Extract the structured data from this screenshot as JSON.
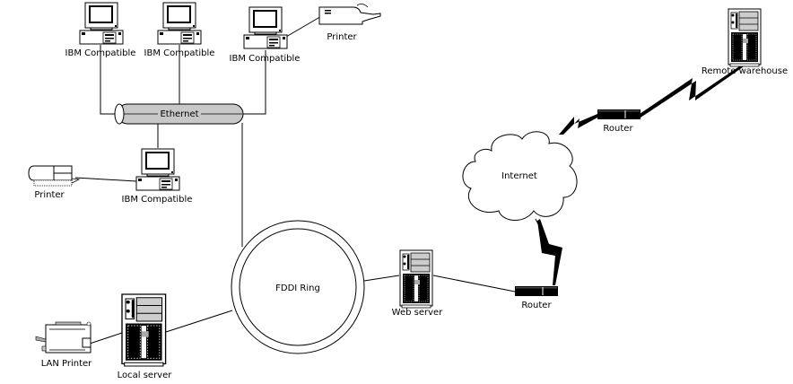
{
  "diagram": {
    "title": "",
    "nodes": {
      "pc1": {
        "label": "IBM Compatible",
        "type": "desktop-computer"
      },
      "pc2": {
        "label": "IBM Compatible",
        "type": "desktop-computer"
      },
      "pc3": {
        "label": "IBM Compatible",
        "type": "desktop-computer"
      },
      "pc4": {
        "label": "IBM Compatible",
        "type": "desktop-computer"
      },
      "printer_top": {
        "label": "Printer",
        "type": "printer"
      },
      "printer_left": {
        "label": "Printer",
        "type": "printer"
      },
      "lan_printer": {
        "label": "LAN Printer",
        "type": "lan-printer"
      },
      "local_server": {
        "label": "Local server",
        "type": "tower-server"
      },
      "web_server": {
        "label": "Web server",
        "type": "tower-server"
      },
      "remote_warehouse": {
        "label": "Remote warehouse",
        "type": "tower-server"
      },
      "router_bottom": {
        "label": "Router",
        "type": "router"
      },
      "router_top": {
        "label": "Router",
        "type": "router"
      },
      "ethernet": {
        "label": "Ethernet",
        "type": "ethernet-bus"
      },
      "fddi": {
        "label": "FDDI Ring",
        "type": "fddi-ring"
      },
      "internet": {
        "label": "Internet",
        "type": "cloud"
      }
    },
    "edges": [
      {
        "from": "pc1",
        "to": "ethernet",
        "kind": "wire"
      },
      {
        "from": "pc2",
        "to": "ethernet",
        "kind": "wire"
      },
      {
        "from": "pc3",
        "to": "ethernet",
        "kind": "wire"
      },
      {
        "from": "pc3",
        "to": "printer_top",
        "kind": "wire"
      },
      {
        "from": "pc4",
        "to": "ethernet",
        "kind": "wire"
      },
      {
        "from": "pc4",
        "to": "printer_left",
        "kind": "wire"
      },
      {
        "from": "ethernet",
        "to": "fddi",
        "kind": "wire"
      },
      {
        "from": "fddi",
        "to": "local_server",
        "kind": "wire"
      },
      {
        "from": "local_server",
        "to": "lan_printer",
        "kind": "wire"
      },
      {
        "from": "fddi",
        "to": "web_server",
        "kind": "wire"
      },
      {
        "from": "web_server",
        "to": "router_bottom",
        "kind": "wire"
      },
      {
        "from": "router_bottom",
        "to": "internet",
        "kind": "wan-link"
      },
      {
        "from": "internet",
        "to": "router_top",
        "kind": "wan-link"
      },
      {
        "from": "router_top",
        "to": "remote_warehouse",
        "kind": "wan-link"
      }
    ]
  }
}
